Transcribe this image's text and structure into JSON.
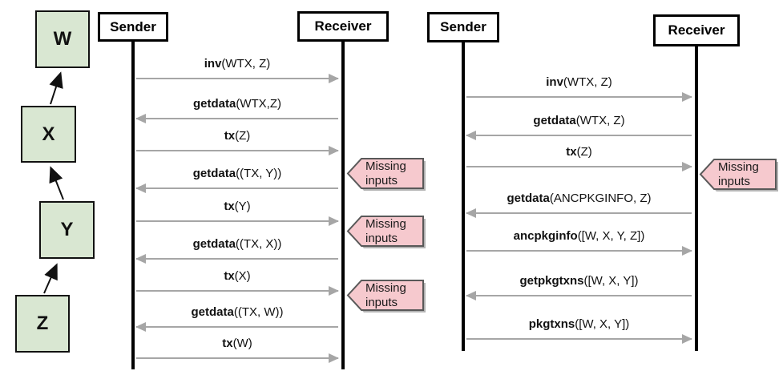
{
  "colors": {
    "node_fill": "#d9e7d2",
    "node_border": "#111111",
    "annotation_fill": "#f6c9ce",
    "annotation_border": "#595959",
    "arrow": "#a6a6a6",
    "lifeline": "#000000"
  },
  "graph": {
    "nodes": [
      {
        "label": "W"
      },
      {
        "label": "X"
      },
      {
        "label": "Y"
      },
      {
        "label": "Z"
      }
    ]
  },
  "diagrams": [
    {
      "participants": {
        "sender": "Sender",
        "receiver": "Receiver"
      },
      "messages": [
        {
          "name": "inv",
          "args": "(WTX, Z)",
          "dir": "right"
        },
        {
          "name": "getdata",
          "args": "(WTX,Z)",
          "dir": "left"
        },
        {
          "name": "tx",
          "args": "(Z)",
          "dir": "right"
        },
        {
          "name": "getdata",
          "args": "((TX, Y))",
          "dir": "left"
        },
        {
          "name": "tx",
          "args": "(Y)",
          "dir": "right"
        },
        {
          "name": "getdata",
          "args": "((TX, X))",
          "dir": "left"
        },
        {
          "name": "tx",
          "args": "(X)",
          "dir": "right"
        },
        {
          "name": "getdata",
          "args": "((TX, W))",
          "dir": "left"
        },
        {
          "name": "tx",
          "args": "(W)",
          "dir": "right"
        }
      ],
      "annotations": [
        {
          "text": "Missing inputs"
        },
        {
          "text": "Missing inputs"
        },
        {
          "text": "Missing inputs"
        }
      ]
    },
    {
      "participants": {
        "sender": "Sender",
        "receiver": "Receiver"
      },
      "messages": [
        {
          "name": "inv",
          "args": "(WTX, Z)",
          "dir": "right"
        },
        {
          "name": "getdata",
          "args": "(WTX, Z)",
          "dir": "left"
        },
        {
          "name": "tx",
          "args": "(Z)",
          "dir": "right"
        },
        {
          "name": "getdata",
          "args": "(ANCPKGINFO, Z)",
          "dir": "left"
        },
        {
          "name": "ancpkginfo",
          "args": "([W, X, Y, Z])",
          "dir": "right"
        },
        {
          "name": "getpkgtxns",
          "args": "([W, X, Y])",
          "dir": "left"
        },
        {
          "name": "pkgtxns",
          "args": "([W, X, Y])",
          "dir": "right"
        }
      ],
      "annotations": [
        {
          "text": "Missing inputs"
        }
      ]
    }
  ]
}
